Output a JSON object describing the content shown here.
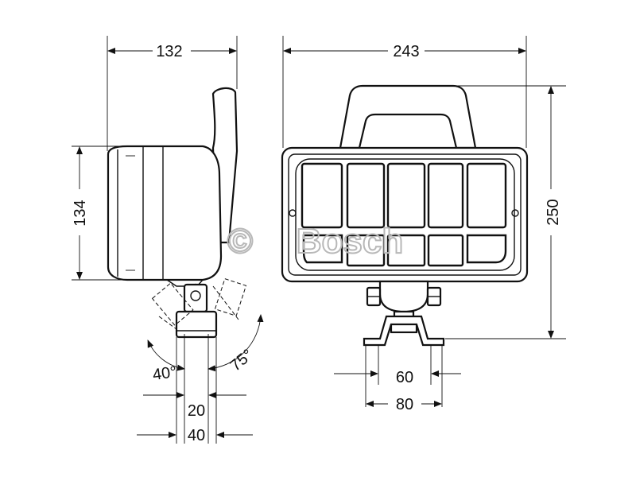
{
  "dimensions": {
    "side_width": "132",
    "side_height": "134",
    "front_width": "243",
    "front_height": "250",
    "mount_hole_spacing": "60",
    "mount_base_width": "80",
    "bracket_inner": "20",
    "bracket_outer": "40",
    "tilt_back": "40°",
    "tilt_forward": "75°"
  },
  "watermark": {
    "symbol": "©",
    "text": "Bosch"
  }
}
